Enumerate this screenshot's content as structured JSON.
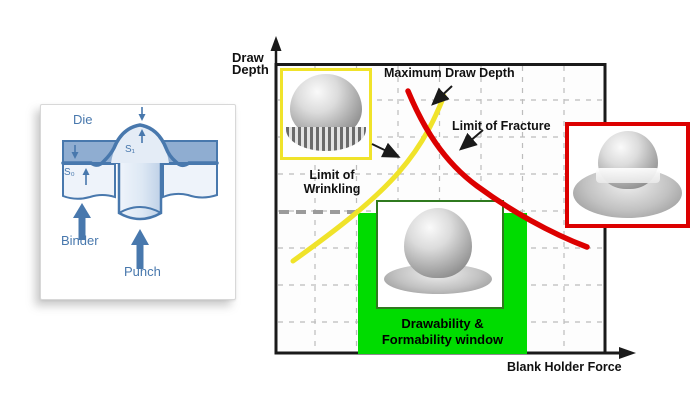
{
  "figure": {
    "inset": {
      "die_label": "Die",
      "binder_label": "Binder",
      "punch_label": "Punch",
      "s0_label": "S₀",
      "s1_label": "S₁"
    },
    "chart": {
      "y_axis_label_line1": "Draw",
      "y_axis_label_line2": "Depth",
      "x_axis_label": "Blank Holder Force",
      "max_draw_depth_label": "Maximum Draw Depth",
      "limit_of_fracture_label": "Limit of Fracture",
      "limit_of_wrinkling_line1": "Limit of",
      "limit_of_wrinkling_line2": "Wrinkling",
      "window_label_line1": "Drawability &",
      "window_label_line2": "Formability window"
    },
    "colors": {
      "wrinkling_curve": "#f0e32a",
      "fracture_curve": "#dc0000",
      "window_fill": "#00dc00",
      "window_box_border": "#2f7a1f",
      "wrinkle_frame": "#f0e32a",
      "fracture_frame": "#dc0000",
      "inset_blue": "#4878ad",
      "axis_black": "#1a1a1a",
      "grid_gray": "#bdbdbd",
      "dashed_level_gray": "#9b9b9b"
    }
  }
}
